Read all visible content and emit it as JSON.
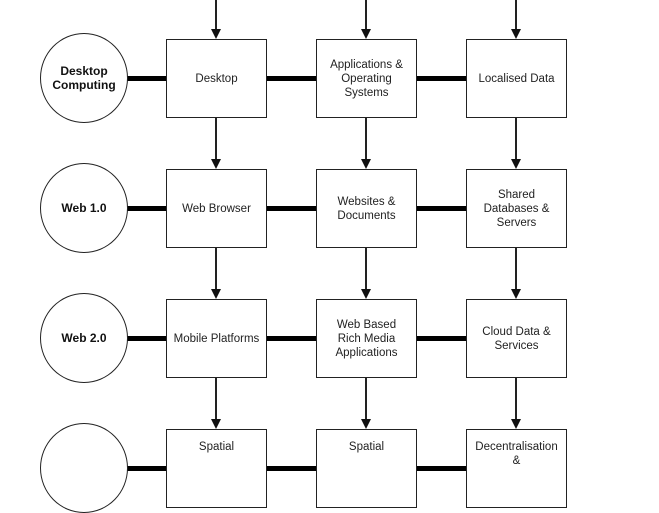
{
  "diagram": {
    "rows": [
      {
        "era": "Desktop\nComputing",
        "boxes": [
          "Desktop",
          "Applications &\nOperating\nSystems",
          "Localised Data"
        ]
      },
      {
        "era": "Web 1.0",
        "boxes": [
          "Web Browser",
          "Websites &\nDocuments",
          "Shared\nDatabases &\nServers"
        ]
      },
      {
        "era": "Web 2.0",
        "boxes": [
          "Mobile Platforms",
          "Web Based\nRich Media\nApplications",
          "Cloud Data &\nServices"
        ]
      },
      {
        "era": "",
        "boxes": [
          "Spatial",
          "Spatial",
          "Decentralisation &"
        ]
      }
    ],
    "colors": {
      "line": "#222222",
      "connector": "#000000",
      "background": "#ffffff"
    }
  }
}
